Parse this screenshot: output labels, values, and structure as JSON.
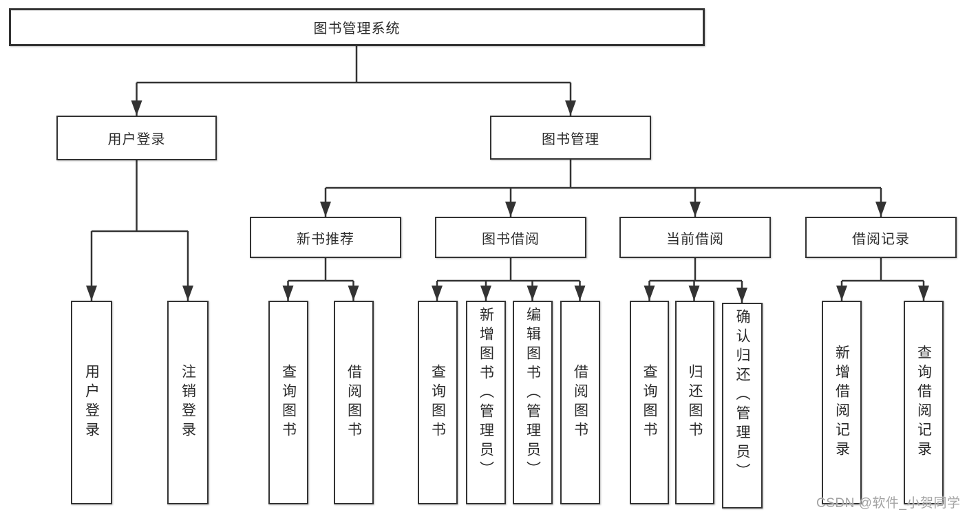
{
  "diagram": {
    "root": {
      "label": "图书管理系统"
    },
    "level2": [
      {
        "label": "用户登录"
      },
      {
        "label": "图书管理"
      }
    ],
    "level3": [
      {
        "label": "新书推荐"
      },
      {
        "label": "图书借阅"
      },
      {
        "label": "当前借阅"
      },
      {
        "label": "借阅记录"
      }
    ],
    "leaves": [
      {
        "label": "用户登录"
      },
      {
        "label": "注销登录"
      },
      {
        "label": "查询图书"
      },
      {
        "label": "借阅图书"
      },
      {
        "label": "查询图书"
      },
      {
        "label": "新增图书（管理员）"
      },
      {
        "label": "编辑图书（管理员）"
      },
      {
        "label": "借阅图书"
      },
      {
        "label": "查询图书"
      },
      {
        "label": "归还图书"
      },
      {
        "label": "确认归还（管理员）"
      },
      {
        "label": "新增借阅记录"
      },
      {
        "label": "查询借阅记录"
      }
    ]
  },
  "watermark": "CSDN @软件_小贺同学",
  "colors": {
    "line": "#333333",
    "text": "#2b2b2b",
    "background": "#ffffff",
    "watermark": "#a3a3a3"
  }
}
